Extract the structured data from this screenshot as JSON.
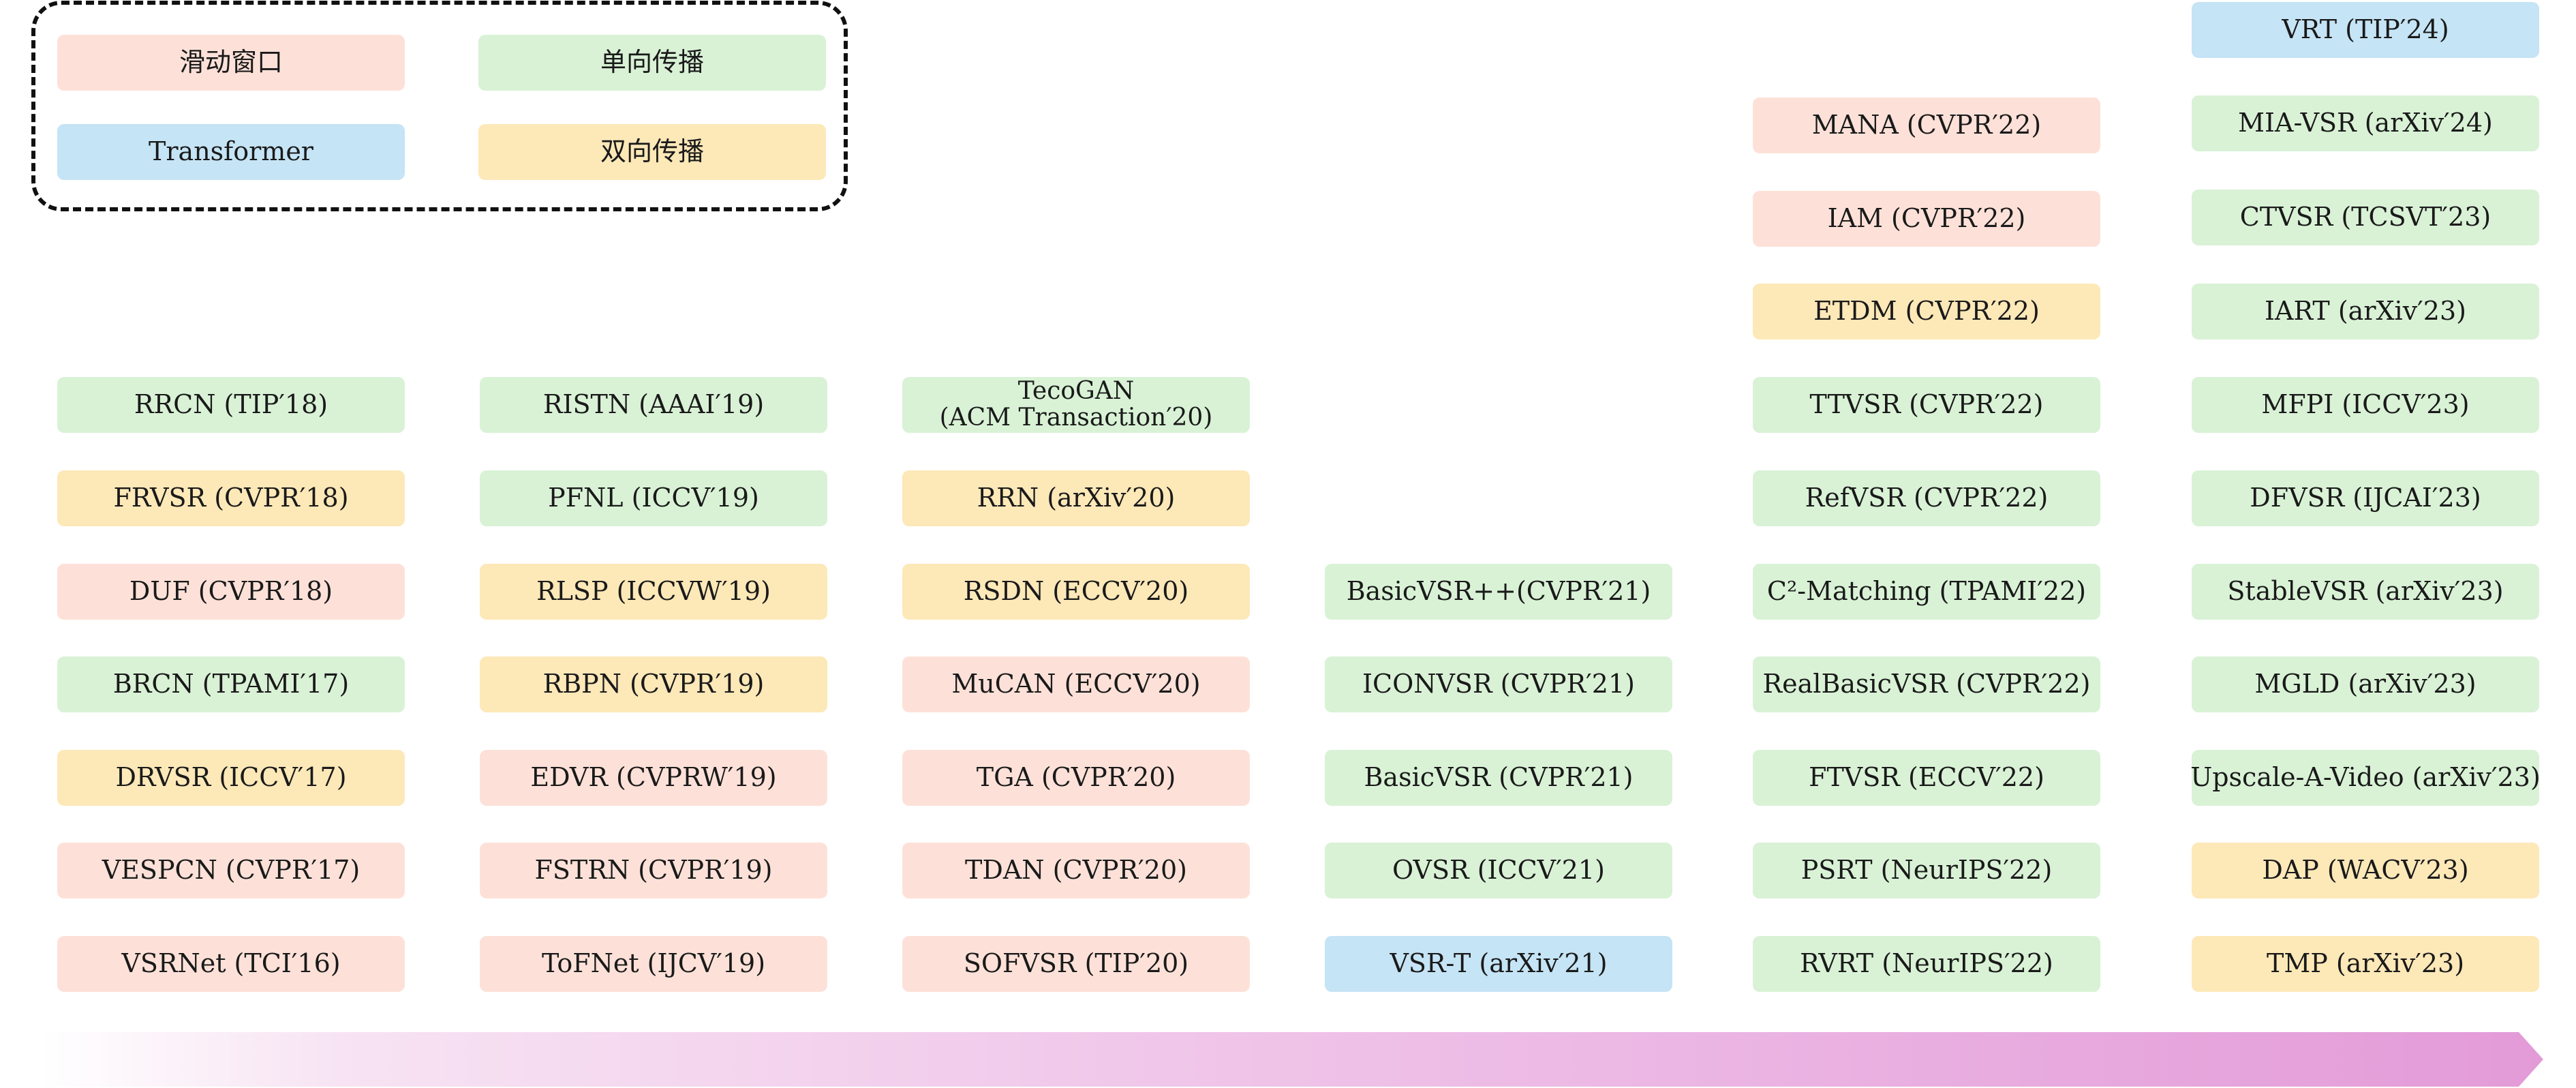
{
  "legend": {
    "sliding_window": "滑动窗口",
    "unidirectional": "单向传播",
    "transformer": "Transformer",
    "bidirectional": "双向传播"
  },
  "colors": {
    "sliding_window": "#fde1d8",
    "unidirectional": "#d9f2d6",
    "transformer": "#c5e4f5",
    "bidirectional": "#fde8b8",
    "arrow_start": "#fdf3fa",
    "arrow_end": "#e39bd8"
  },
  "columns": [
    {
      "items": [
        {
          "label": "RRCN (TIP′18)",
          "category": "unidirectional"
        },
        {
          "label": "FRVSR (CVPR′18)",
          "category": "bidirectional"
        },
        {
          "label": "DUF (CVPR′18)",
          "category": "sliding_window"
        },
        {
          "label": "BRCN (TPAMI′17)",
          "category": "unidirectional"
        },
        {
          "label": "DRVSR (ICCV′17)",
          "category": "bidirectional"
        },
        {
          "label": "VESPCN (CVPR′17)",
          "category": "sliding_window"
        },
        {
          "label": "VSRNet (TCI′16)",
          "category": "sliding_window"
        }
      ]
    },
    {
      "items": [
        {
          "label": "RISTN (AAAI′19)",
          "category": "unidirectional"
        },
        {
          "label": "PFNL (ICCV′19)",
          "category": "unidirectional"
        },
        {
          "label": "RLSP (ICCVW′19)",
          "category": "bidirectional"
        },
        {
          "label": "RBPN (CVPR′19)",
          "category": "bidirectional"
        },
        {
          "label": "EDVR (CVPRW′19)",
          "category": "sliding_window"
        },
        {
          "label": "FSTRN (CVPR′19)",
          "category": "sliding_window"
        },
        {
          "label": "ToFNet (IJCV′19)",
          "category": "sliding_window"
        }
      ]
    },
    {
      "items": [
        {
          "label": "TecoGAN",
          "label2": "(ACM Transaction′20)",
          "category": "unidirectional"
        },
        {
          "label": "RRN (arXiv′20)",
          "category": "bidirectional"
        },
        {
          "label": "RSDN (ECCV′20)",
          "category": "bidirectional"
        },
        {
          "label": "MuCAN (ECCV′20)",
          "category": "sliding_window"
        },
        {
          "label": "TGA (CVPR′20)",
          "category": "sliding_window"
        },
        {
          "label": "TDAN (CVPR′20)",
          "category": "sliding_window"
        },
        {
          "label": "SOFVSR (TIP′20)",
          "category": "sliding_window"
        }
      ]
    },
    {
      "items": [
        {
          "label": "BasicVSR++(CVPR′21)",
          "category": "unidirectional"
        },
        {
          "label": "ICONVSR (CVPR′21)",
          "category": "unidirectional"
        },
        {
          "label": "BasicVSR (CVPR′21)",
          "category": "unidirectional"
        },
        {
          "label": "OVSR (ICCV′21)",
          "category": "unidirectional"
        },
        {
          "label": "VSR-T (arXiv′21)",
          "category": "transformer"
        }
      ]
    },
    {
      "items": [
        {
          "label": "MANA (CVPR′22)",
          "category": "sliding_window"
        },
        {
          "label": "IAM (CVPR′22)",
          "category": "sliding_window"
        },
        {
          "label": "ETDM (CVPR′22)",
          "category": "bidirectional"
        },
        {
          "label": "TTVSR (CVPR′22)",
          "category": "unidirectional"
        },
        {
          "label": "RefVSR (CVPR′22)",
          "category": "unidirectional"
        },
        {
          "label": "C²-Matching (TPAMI′22)",
          "category": "unidirectional"
        },
        {
          "label": "RealBasicVSR (CVPR′22)",
          "category": "unidirectional"
        },
        {
          "label": "FTVSR (ECCV′22)",
          "category": "unidirectional"
        },
        {
          "label": "PSRT (NeurIPS′22)",
          "category": "unidirectional"
        },
        {
          "label": "RVRT (NeurIPS′22)",
          "category": "unidirectional"
        }
      ]
    },
    {
      "items": [
        {
          "label": "VRT (TIP′24)",
          "category": "transformer"
        },
        {
          "label": "MIA-VSR (arXiv′24)",
          "category": "unidirectional"
        },
        {
          "label": "CTVSR (TCSVT′23)",
          "category": "unidirectional"
        },
        {
          "label": "IART (arXiv′23)",
          "category": "unidirectional"
        },
        {
          "label": "MFPI (ICCV′23)",
          "category": "unidirectional"
        },
        {
          "label": "DFVSR (IJCAI′23)",
          "category": "unidirectional"
        },
        {
          "label": "StableVSR (arXiv′23)",
          "category": "unidirectional"
        },
        {
          "label": "MGLD (arXiv′23)",
          "category": "unidirectional"
        },
        {
          "label": "Upscale-A-Video (arXiv′23)",
          "category": "unidirectional"
        },
        {
          "label": "DAP (WACV′23)",
          "category": "bidirectional"
        },
        {
          "label": "TMP (arXiv′23)",
          "category": "bidirectional"
        }
      ]
    }
  ]
}
